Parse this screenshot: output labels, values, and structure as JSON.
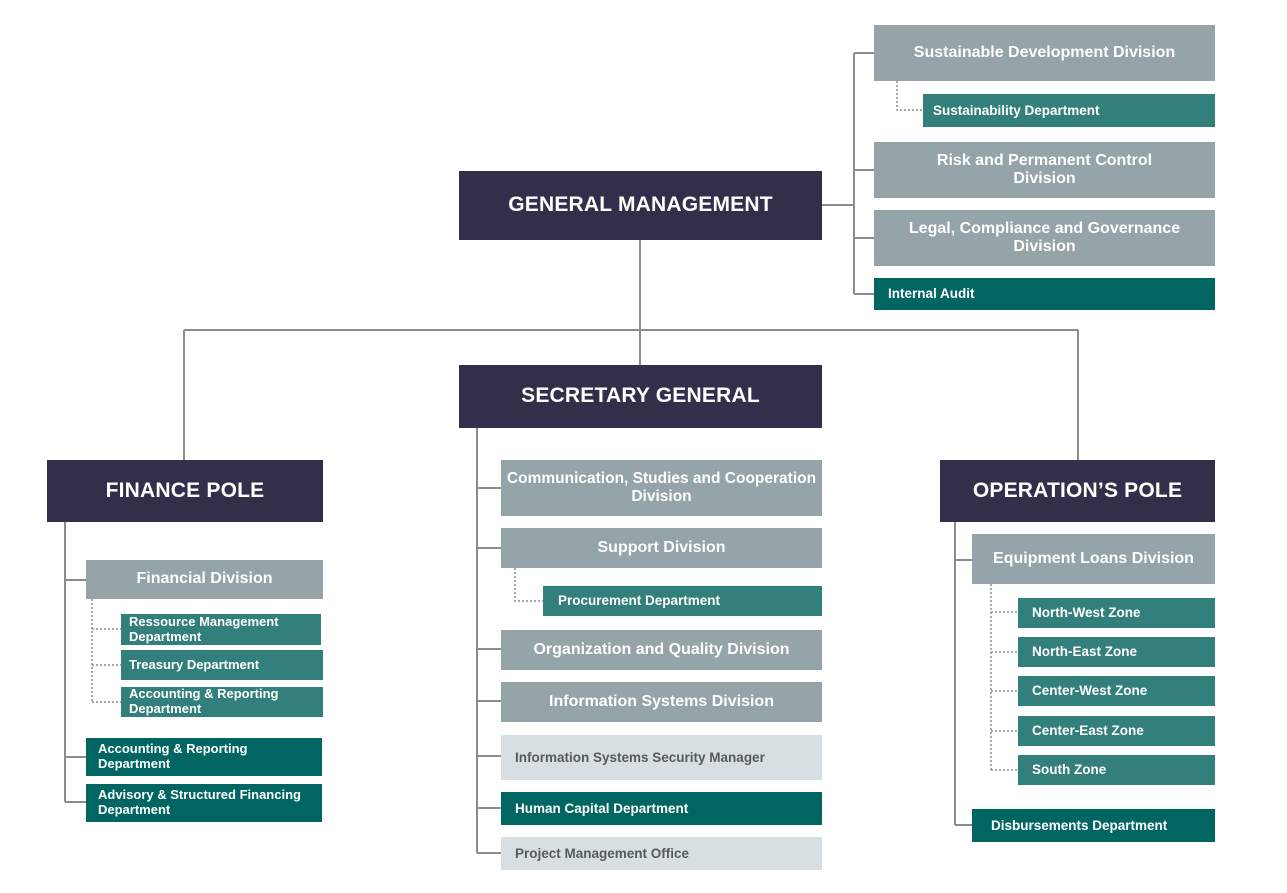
{
  "general_management": {
    "title": "GENERAL MANAGEMENT"
  },
  "gm_units": {
    "sustainable_division": "Sustainable Development Division",
    "sustainability_department": "Sustainability Department",
    "risk_division": "Risk and Permanent Control Division",
    "legal_division": "Legal, Compliance and Governance Division",
    "internal_audit": "Internal Audit"
  },
  "secretary_general": {
    "title": "SECRETARY GENERAL",
    "communication_division": "Communication, Studies and Cooperation Division",
    "support_division": "Support Division",
    "procurement_department": "Procurement Department",
    "organization_division": "Organization and Quality Division",
    "information_systems_division": "Information Systems Division",
    "security_manager": "Information Systems Security Manager",
    "human_capital": "Human Capital Department",
    "project_management": "Project Management Office"
  },
  "finance_pole": {
    "title": "FINANCE POLE",
    "financial_division": "Financial Division",
    "resource_management": "Ressource Management Department",
    "treasury": "Treasury Department",
    "accounting_reporting_sub": "Accounting & Reporting Department",
    "accounting_reporting": "Accounting & Reporting Department",
    "advisory_financing": "Advisory & Structured Financing Department"
  },
  "operations_pole": {
    "title": "OPERATION’S POLE",
    "equipment_loans_division": "Equipment Loans Division",
    "zones": [
      "North-West Zone",
      "North-East Zone",
      "Center-West Zone",
      "Center-East Zone",
      "South Zone"
    ],
    "disbursements": "Disbursements Department"
  },
  "colors": {
    "header": "#332e4a",
    "division": "#95a4a8",
    "department": "#337f7b",
    "department_dark": "#016662",
    "office_light": "#d8dfe2",
    "connector": "#8c8c8c"
  }
}
